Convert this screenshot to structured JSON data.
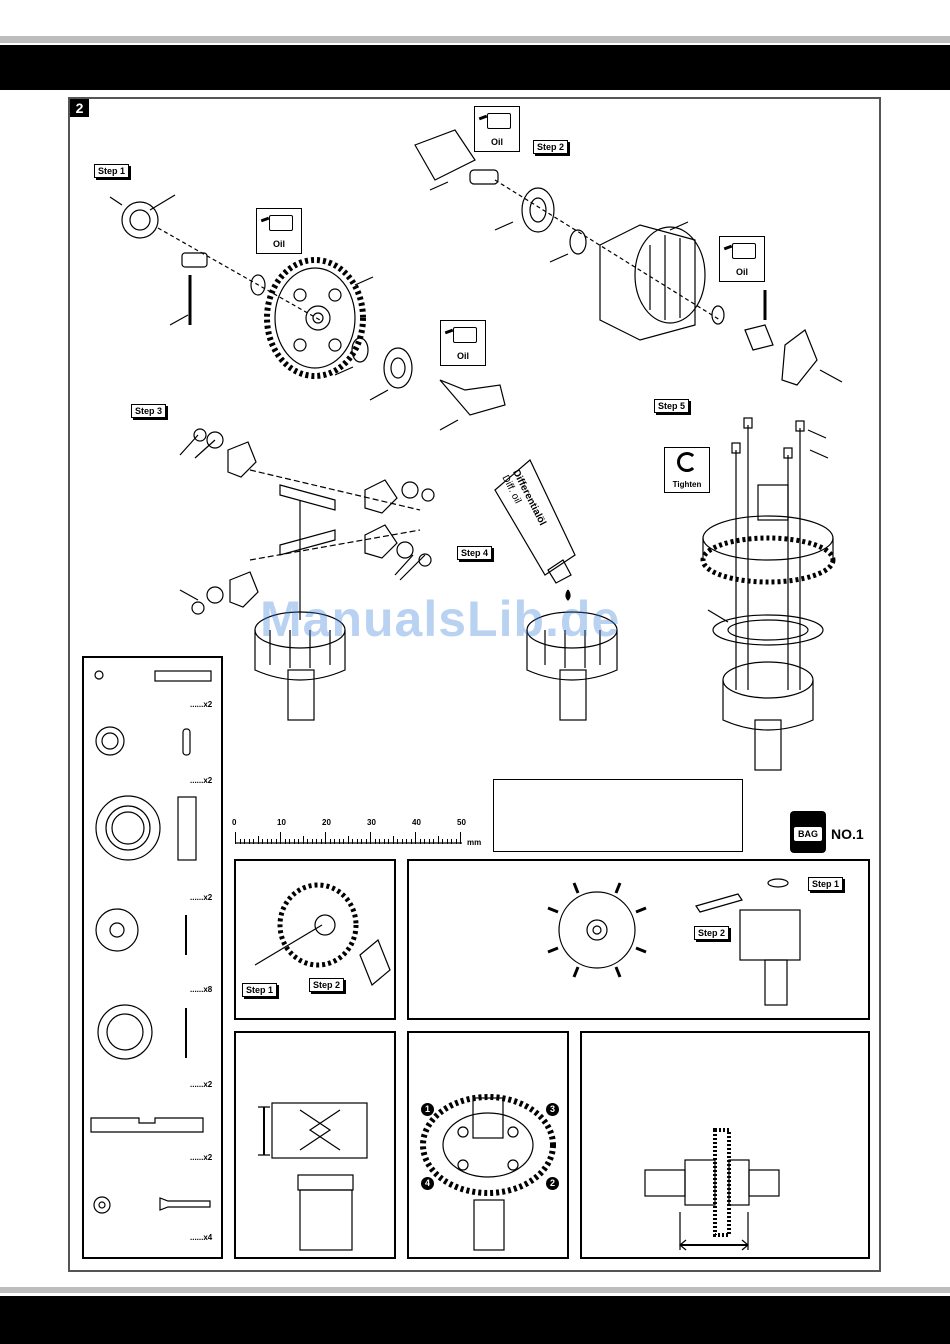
{
  "page": {
    "step_number": "2",
    "watermark": "ManualsLib.de"
  },
  "steps": {
    "step1": "Step 1",
    "step2": "Step 2",
    "step3": "Step 3",
    "step4": "Step 4",
    "step5": "Step 5"
  },
  "oil_labels": {
    "oil_a": "Oil",
    "oil_b": "Oil",
    "oil_c": "Oil",
    "oil_d": "Oil"
  },
  "bottle": {
    "line1": "Differentialöl",
    "line2": "Diff. oil"
  },
  "tighten": "Tighten",
  "bag": {
    "icon_text": "BAG",
    "number": "NO.1"
  },
  "scale": {
    "ticks": [
      "0",
      "10",
      "20",
      "30",
      "40",
      "50"
    ],
    "unit": "mm"
  },
  "parts_quantities": [
    "......x2",
    "......x2",
    "......x2",
    "......x8",
    "......x2",
    "......x2",
    "......x4"
  ],
  "sub_steps": {
    "a_step1": "Step 1",
    "a_step2": "Step 2",
    "b_step1": "Step 1",
    "b_step2": "Step 2"
  },
  "tighten_order": [
    "1",
    "3",
    "4",
    "2"
  ]
}
